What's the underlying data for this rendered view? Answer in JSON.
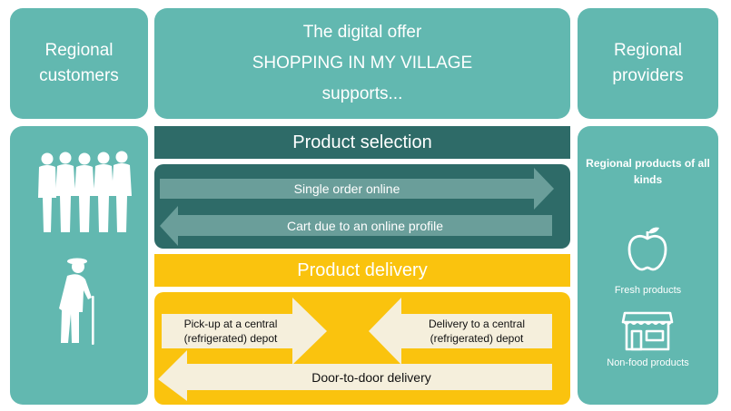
{
  "left_header": {
    "title": "Regional customers"
  },
  "center_header": {
    "line1": "The digital offer",
    "line2": "SHOPPING IN MY VILLAGE",
    "line3": "supports..."
  },
  "right_header": {
    "title": "Regional providers"
  },
  "product_selection": {
    "title": "Product selection",
    "arrow_right": "Single order online",
    "arrow_left": "Cart due to an online profile"
  },
  "product_delivery": {
    "title": "Product delivery",
    "pickup": "Pick-up at a central (refrigerated) depot",
    "delivery_depot": "Delivery to a central (refrigerated) depot",
    "door": "Door-to-door delivery"
  },
  "providers_panel": {
    "title": "Regional products of all kinds",
    "fresh": "Fresh products",
    "nonfood": "Non-food products"
  },
  "colors": {
    "teal": "#62b8b0",
    "dark_teal": "#2e6b68",
    "yellow": "#fac30e",
    "arrow_fill": "#f5efdc"
  },
  "icons": [
    "group-of-people-icon",
    "elderly-person-with-cane-icon",
    "apple-icon",
    "shop-icon"
  ]
}
